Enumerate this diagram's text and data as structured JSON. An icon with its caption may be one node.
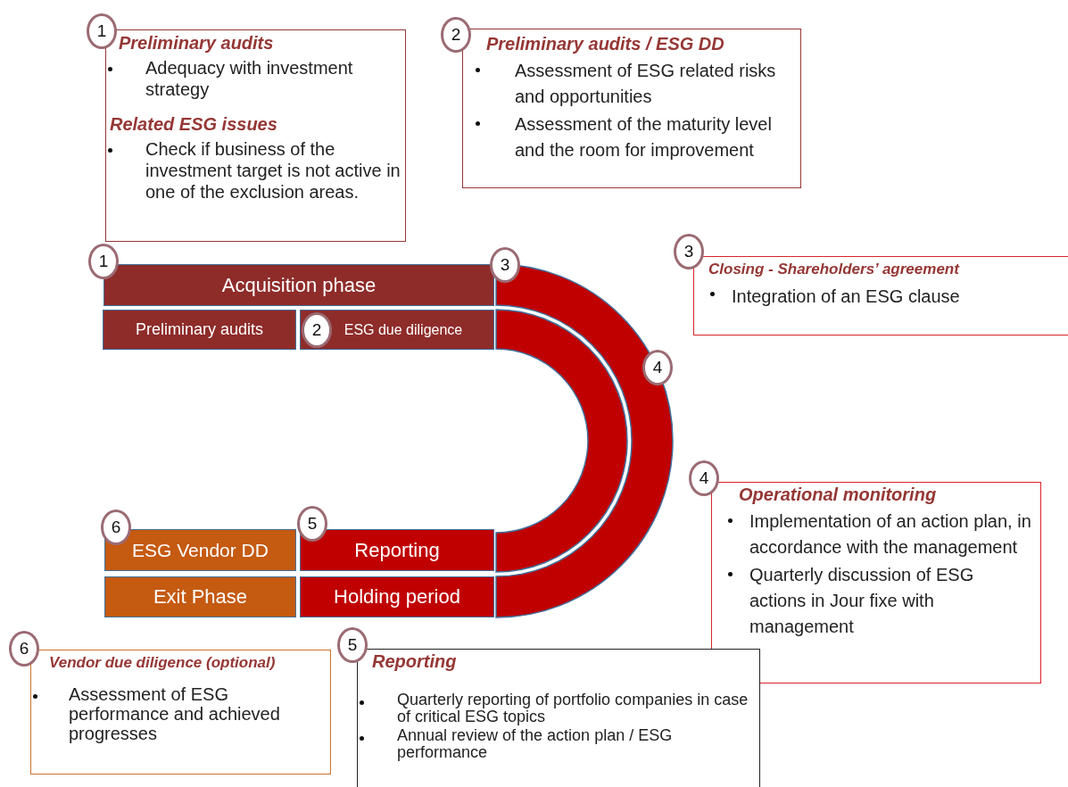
{
  "diagram": {
    "nodes": [
      {
        "text": [
          "Preliminary audits",
          "Adequacy with investment strategy",
          "Related ESG issues",
          "Check if business of the investment target is not active in one of the exclusion areas."
        ]
      },
      {
        "text": [
          "1"
        ]
      },
      {
        "text": [
          "Preliminary audits / ESG DD",
          "Assessment of ESG related risks and opportunities",
          "Assessment of the maturity level and the room for improvement"
        ]
      },
      {
        "text": [
          "2"
        ]
      },
      {
        "text": [
          "Acquisition phase"
        ]
      },
      {
        "text": [
          "1"
        ]
      },
      {
        "text": [
          "3"
        ]
      },
      {
        "text": [
          "Closing - Shareholders’ agreement",
          "Integration of an ESG clause"
        ]
      },
      {
        "text": [
          "3"
        ]
      },
      {
        "text": [
          "Preliminary audits"
        ]
      },
      {
        "text": [
          "ESG due diligence"
        ]
      },
      {
        "text": [
          "2"
        ],
        "in": 10
      },
      {
        "text": [
          "4"
        ]
      },
      {
        "text": [
          "Operational monitoring",
          "Implementation of an action plan, in accordance with the management",
          "Quarterly discussion of ESG actions in Jour fixe with management"
        ]
      },
      {
        "text": [
          "4"
        ]
      },
      {
        "text": [
          "ESG Vendor DD"
        ]
      },
      {
        "text": [
          "6"
        ]
      },
      {
        "text": [
          "Reporting"
        ]
      },
      {
        "text": [
          "5"
        ]
      },
      {
        "text": [
          "Exit Phase"
        ]
      },
      {
        "text": [
          "Holding period"
        ]
      },
      {
        "text": [
          "Vendor due diligence (optional)",
          "Assessment of ESG performance and achieved progresses"
        ]
      },
      {
        "text": [
          "6"
        ]
      },
      {
        "text": [
          "Reporting",
          "Quarterly reporting of portfolio companies in case of critical ESG topics",
          "Annual review of the action plan / ESG performance"
        ]
      },
      {
        "text": [
          "5"
        ]
      }
    ]
  }
}
